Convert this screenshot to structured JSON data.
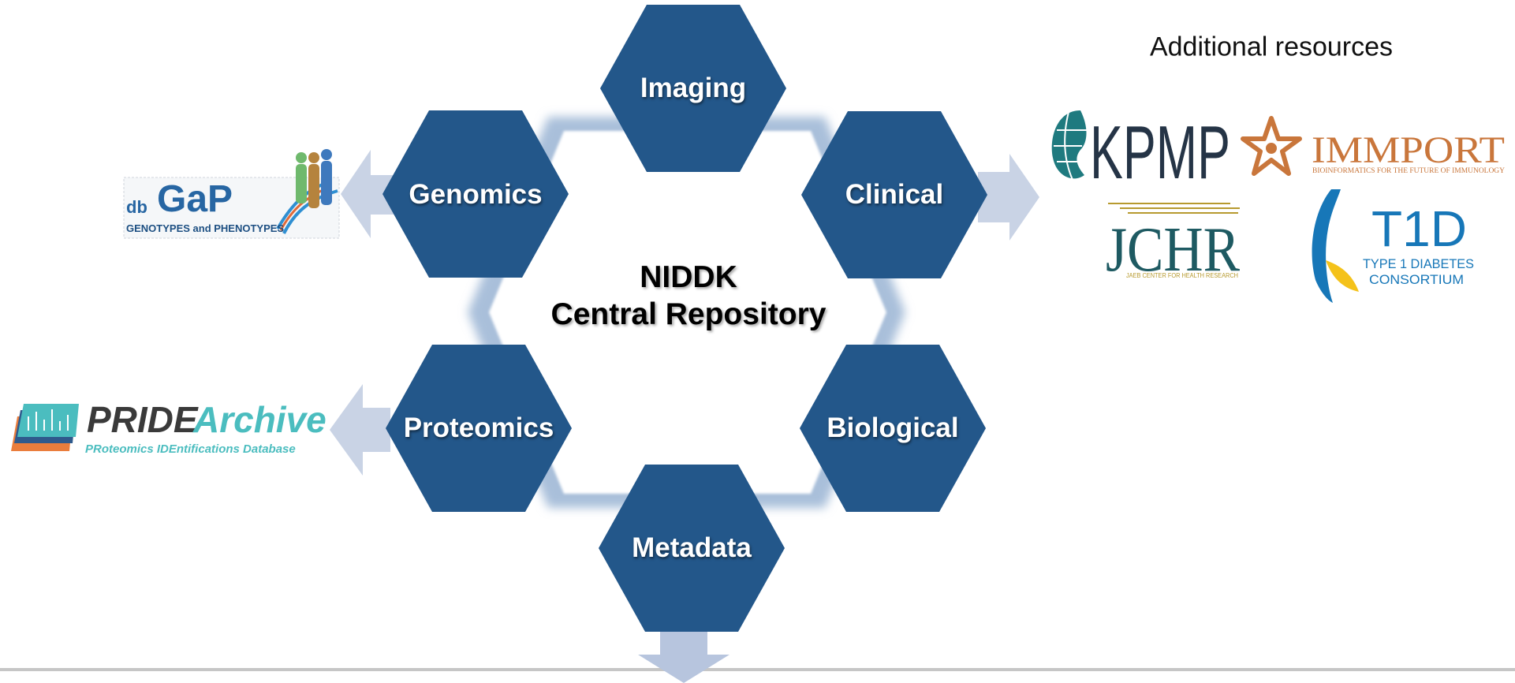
{
  "center": {
    "line1": "NIDDK",
    "line2": "Central Repository"
  },
  "hexagons": [
    {
      "id": "imaging",
      "label": "Imaging"
    },
    {
      "id": "genomics",
      "label": "Genomics"
    },
    {
      "id": "clinical",
      "label": "Clinical"
    },
    {
      "id": "proteomics",
      "label": "Proteomics"
    },
    {
      "id": "biological",
      "label": "Biological"
    },
    {
      "id": "metadata",
      "label": "Metadata"
    }
  ],
  "additional_resources": {
    "heading": "Additional resources",
    "logos": {
      "kpmp": {
        "text": "KPMP"
      },
      "immport": {
        "text": "IMMPORT",
        "tagline": "BIOINFORMATICS FOR THE FUTURE OF IMMUNOLOGY"
      },
      "jchr": {
        "text": "JCHR",
        "tagline": "JAEB CENTER FOR HEALTH RESEARCH"
      },
      "t1d": {
        "text": "T1D",
        "line1": "TYPE 1 DIABETES",
        "line2": "CONSORTIUM"
      }
    }
  },
  "dbgap": {
    "prefix": "db",
    "name": "GaP",
    "tagline": "GENOTYPES and PHENOTYPES"
  },
  "pride": {
    "name1": "PRIDE",
    "name2": "Archive",
    "tagline": "PRoteomics IDEntifications Database"
  },
  "colors": {
    "hex_fill": "#23578a",
    "arrow": "#c7d2e4",
    "ring_glow": "#a9bfda",
    "kpmp": "#253446",
    "kpmp_globe": "#1f7a7f",
    "immport": "#c9763b",
    "jchr": "#1e5a62",
    "jchr_gold": "#b79a2f",
    "t1d": "#1777b8",
    "t1d_yellow": "#f4c21a",
    "pride_dark": "#3a3a3a",
    "pride_teal": "#4bbdbf",
    "pride_orange": "#ea7d3c",
    "dbgap_blue": "#2766a3"
  }
}
